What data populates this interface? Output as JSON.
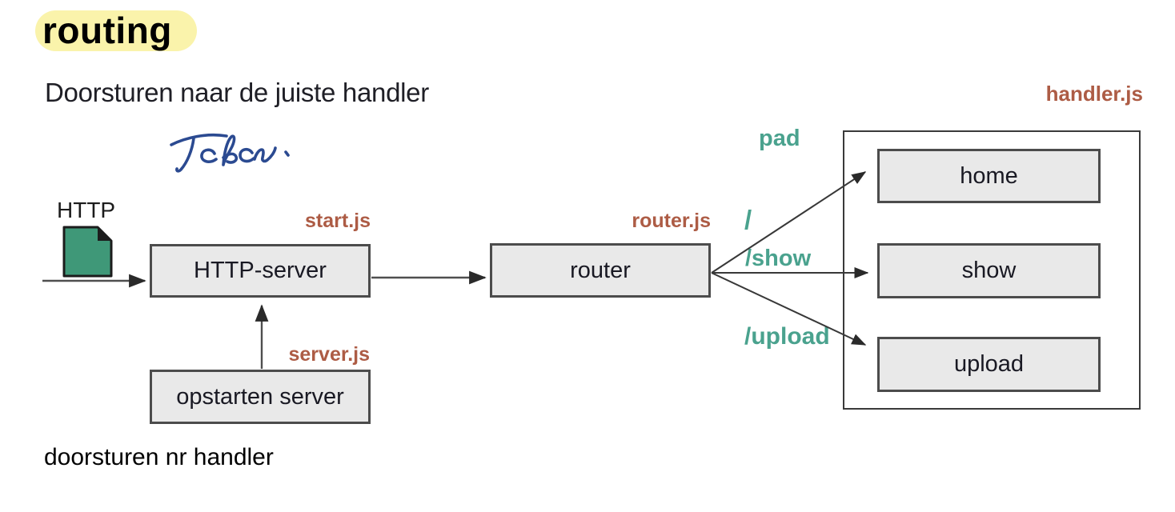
{
  "page": {
    "title": "routing",
    "subtitle": "Doorsturen naar de juiste handler",
    "handwritten_note": "Teken.",
    "footer_note": "doorsturen nr handler"
  },
  "colors": {
    "title_highlight": "#faf3ab",
    "file_label": "#ad5c45",
    "route_label": "#4aa28e",
    "doc_icon": "#3f9878",
    "box_fill": "#e9e9e9",
    "box_border": "#4c4c4c",
    "arrow": "#2e2e2e",
    "handwriting": "#2b4a91"
  },
  "diagram": {
    "request": {
      "label": "HTTP",
      "icon": "document-icon"
    },
    "nodes": {
      "http_server": {
        "label": "HTTP-server",
        "file": "start.js"
      },
      "router": {
        "label": "router",
        "file": "router.js"
      },
      "opstarten_server": {
        "label": "opstarten server",
        "file": "server.js"
      }
    },
    "handler_group": {
      "file": "handler.js",
      "handlers": [
        "home",
        "show",
        "upload"
      ]
    },
    "routes": {
      "header": "pad",
      "items": [
        "/",
        "/show",
        "/upload"
      ]
    }
  }
}
